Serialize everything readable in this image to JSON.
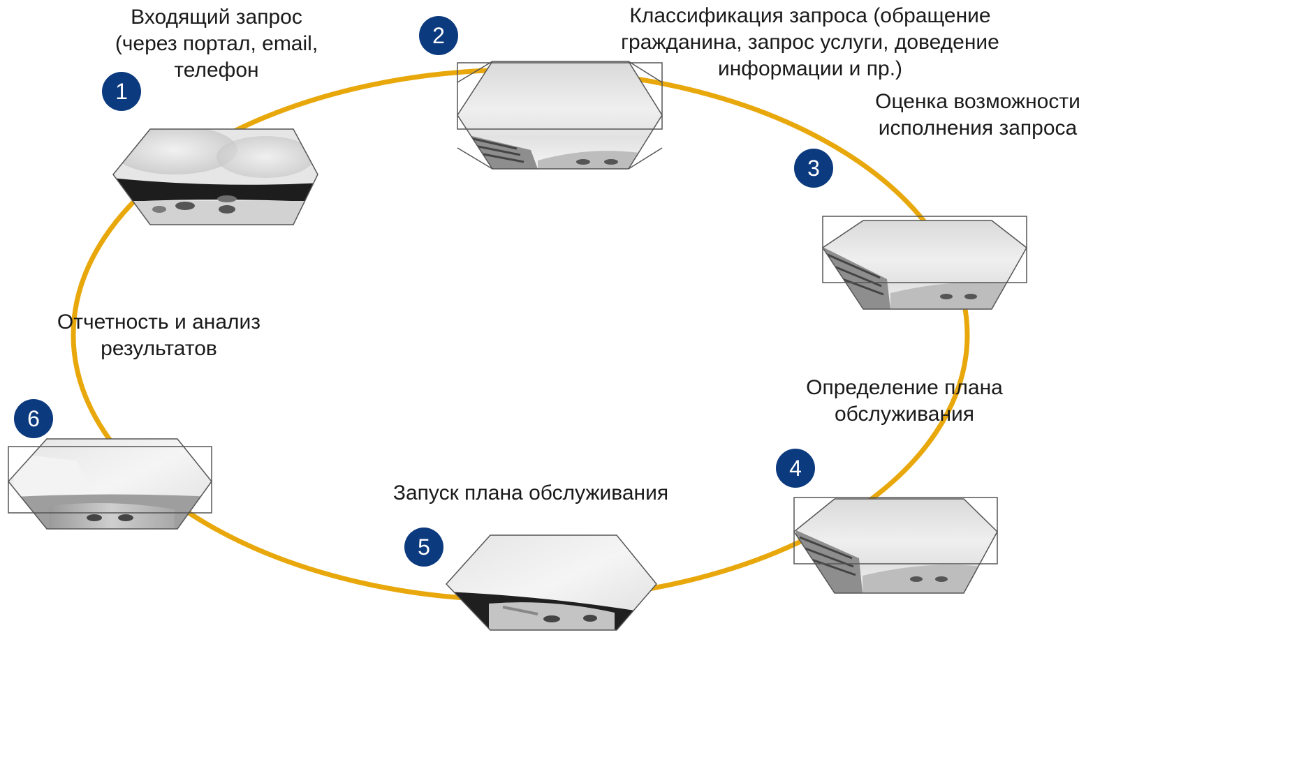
{
  "colors": {
    "ring": "#E8A80C",
    "badge": "#0B3A7E",
    "badge_text": "#FFFFFF",
    "hex_border": "#555555"
  },
  "steps": [
    {
      "number": "1",
      "label": "Входящий запрос (через портал, email, телефон",
      "photo": "two-people-portrait"
    },
    {
      "number": "2",
      "label": "Классификация запроса (обращение гражданина, запрос услуги, доведение информации и пр.)",
      "photo": "person-portrait"
    },
    {
      "number": "3",
      "label": "Оценка возможности исполнения запроса",
      "photo": "person-portrait"
    },
    {
      "number": "4",
      "label": "Определение плана обслуживания",
      "photo": "person-portrait"
    },
    {
      "number": "5",
      "label": "Запуск плана обслуживания",
      "photo": "person-portrait"
    },
    {
      "number": "6",
      "label": "Отчетность и анализ результатов",
      "photo": "person-portrait"
    }
  ]
}
